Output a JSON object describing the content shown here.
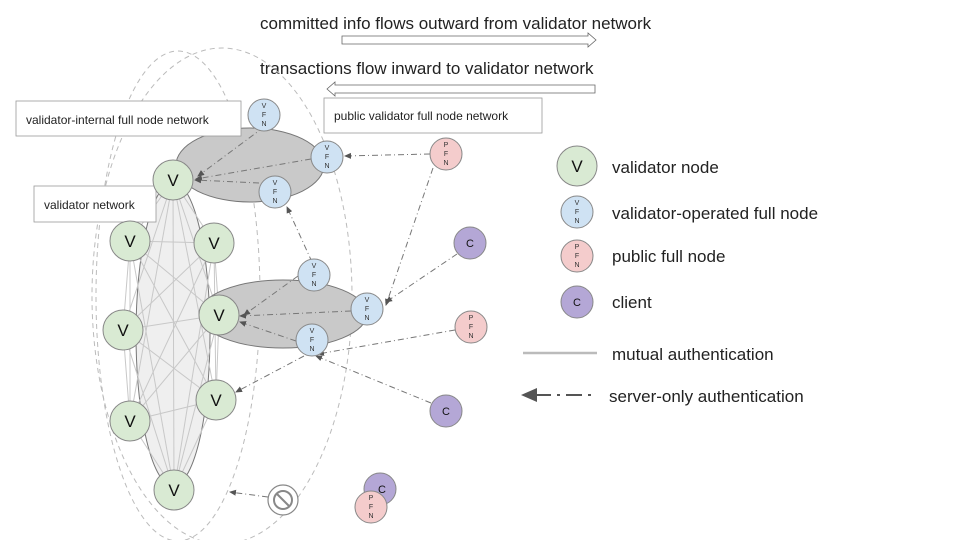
{
  "header": {
    "outward_text": "committed info flows outward from validator network",
    "inward_text": "transactions flow inward to validator network"
  },
  "boxes": {
    "vfn_internal": "validator-internal full node network",
    "validator_network": "validator network",
    "public_vfn": "public validator full node network"
  },
  "node_letters": {
    "validator": "V",
    "client": "C",
    "vfn": [
      "V",
      "F",
      "N"
    ],
    "pfn": [
      "P",
      "F",
      "N"
    ]
  },
  "legend": {
    "validator": "validator node",
    "vfn": "validator-operated full node",
    "pfn": "public full node",
    "client": "client",
    "mutual": "mutual authentication",
    "server_only": "server-only authentication"
  },
  "colors": {
    "validator_fill": "#d9ead3",
    "vfn_fill": "#cfe2f3",
    "pfn_fill": "#f4cccc",
    "client_fill": "#b4a7d6",
    "node_stroke": "#888888",
    "ellipse_fill": "#c9c9c9",
    "validator_ellipse_fill": "#efefef"
  }
}
